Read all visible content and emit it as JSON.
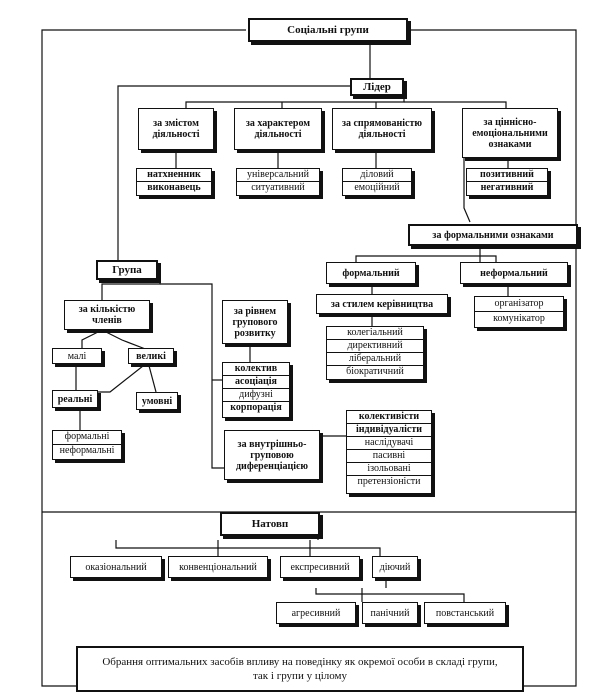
{
  "root": "Соціальні групи",
  "leader": {
    "title": "Лідер",
    "criteria": [
      {
        "label": "за змістом\nдіяльності",
        "types": [
          "натхненник",
          "виконавець"
        ]
      },
      {
        "label": "за характером\nдіяльності",
        "types": [
          "уніве<br>рсальний",
          "ситуативний"
        ]
      },
      {
        "label": "за спрямованістю\nдіяльності",
        "types": [
          "діловий",
          "емоційний"
        ]
      },
      {
        "label": "за ціннісно-\nемоціональними\nознаками",
        "types": [
          "позитивний",
          "негативний"
        ]
      }
    ],
    "formal": {
      "label": "за формальними ознаками",
      "formal_label": "формальний",
      "informal_label": "неформальний",
      "style_label": "за стилем керівництва",
      "styles": [
        "колегіальний",
        "директивний",
        "ліберальний",
        "біократичний"
      ],
      "informal_types": [
        "організатор",
        "комунікатор"
      ]
    }
  },
  "group": {
    "title": "Група",
    "size": {
      "label": "за кількістю\nчленів",
      "small": "малі",
      "large": "великі",
      "real": "реальні",
      "conditional": "умовні",
      "real_types": [
        "формальні",
        "неформальні"
      ]
    },
    "level": {
      "label": "за рівнем\nгрупового\nрозвитку",
      "types": [
        "колектив",
        "асоціація",
        "дифузні",
        "корпорація"
      ]
    },
    "diff": {
      "label": "за внутрішньо-\nгруповою\nдиференціацією",
      "types": [
        "колективісти",
        "індивідуалісти",
        "наслідувачі",
        "пасивні",
        "ізольовані",
        "претензіоністи"
      ]
    }
  },
  "crowd": {
    "title": "Натовп",
    "types": [
      "оказіональний",
      "конвенціональний",
      "експресивний",
      "діючий"
    ],
    "acting_types": [
      "агресивний",
      "панічний",
      "повстанський"
    ]
  },
  "footer": "Обрання оптимальних засобів впливу на поведінку як окремої особи в складі групи,\nтак і групи у цілому"
}
